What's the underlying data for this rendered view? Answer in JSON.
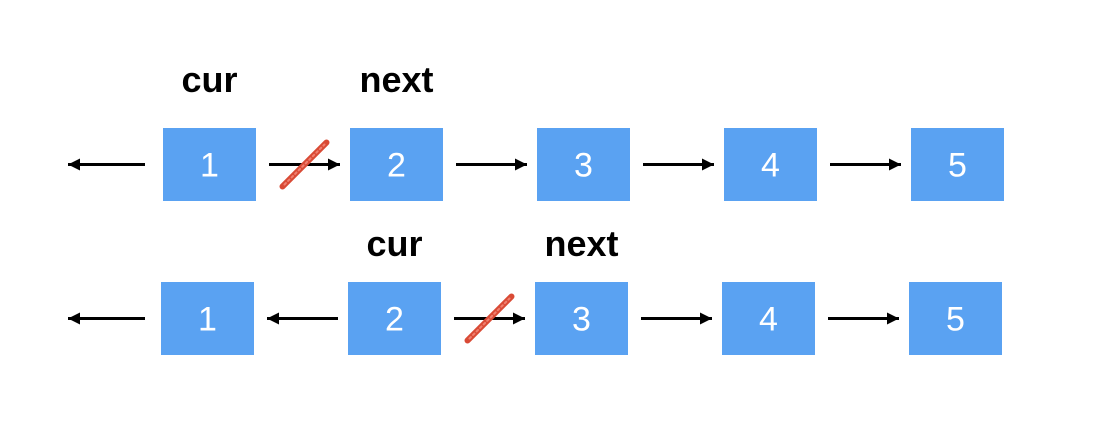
{
  "colors": {
    "node_fill": "#5aa2f2",
    "node_text": "#ffffff",
    "arrow": "#000000",
    "pointer_text": "#000000",
    "strike": "#d94a35"
  },
  "rows": [
    {
      "nodes": [
        "1",
        "2",
        "3",
        "4",
        "5"
      ],
      "links": [
        "left",
        "right-broken",
        "right",
        "right",
        "right"
      ],
      "pointers": [
        {
          "label": "cur",
          "node_index": 0
        },
        {
          "label": "next",
          "node_index": 1
        }
      ]
    },
    {
      "nodes": [
        "1",
        "2",
        "3",
        "4",
        "5"
      ],
      "links": [
        "left",
        "left",
        "right-broken",
        "right",
        "right"
      ],
      "pointers": [
        {
          "label": "cur",
          "node_index": 1
        },
        {
          "label": "next",
          "node_index": 2
        }
      ]
    }
  ]
}
